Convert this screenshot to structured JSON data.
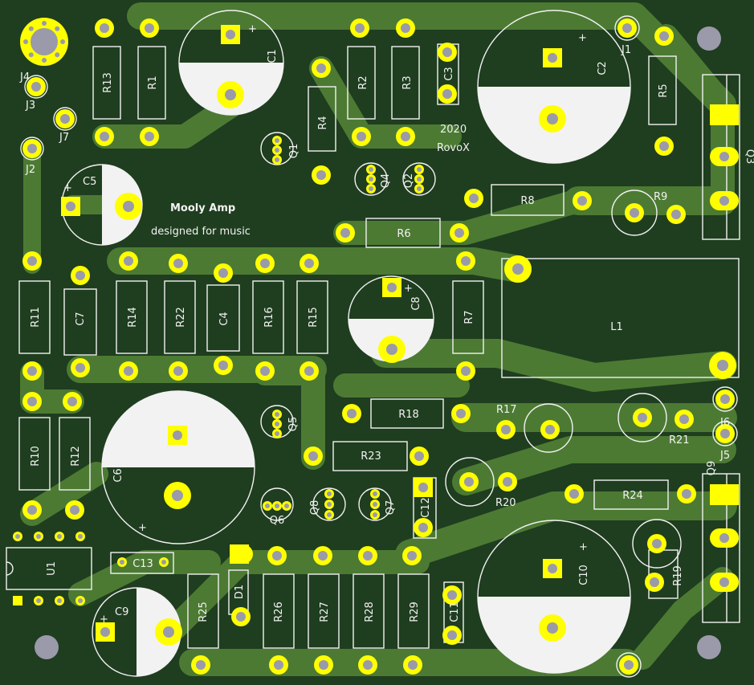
{
  "board": {
    "title": "Mooly Amp",
    "subtitle": "designed for music",
    "year": "2020",
    "author": "RovoX",
    "colors": {
      "substrate": "#1f3d1f",
      "copper": "#4c7a33",
      "pad": "#ffff00",
      "silkscreen": "#f2f2f2",
      "drill": "#9a9aaa"
    }
  },
  "designators": {
    "R13": "R13",
    "R1": "R1",
    "C1": "C1",
    "R4": "R4",
    "R2": "R2",
    "R3": "R3",
    "C3": "C3",
    "C2": "C2",
    "J1": "J1",
    "R5": "R5",
    "J4": "J4",
    "J3": "J3",
    "J7": "J7",
    "J2": "J2",
    "Q1": "Q1",
    "Q4": "Q4",
    "Q2": "Q2",
    "Q3": "Q3",
    "C5": "C5",
    "R8": "R8",
    "R9": "R9",
    "R6": "R6",
    "R11": "R11",
    "C7": "C7",
    "R14": "R14",
    "R22": "R22",
    "C4": "C4",
    "R16": "R16",
    "R15": "R15",
    "C8": "C8",
    "R7": "R7",
    "L1": "L1",
    "R10": "R10",
    "R12": "R12",
    "C6": "C6",
    "Q5": "Q5",
    "R18": "R18",
    "R17": "R17",
    "J6": "J6",
    "R21": "R21",
    "J5": "J5",
    "R23": "R23",
    "R20": "R20",
    "R24": "R24",
    "Q9": "Q9",
    "Q6": "Q6",
    "Q8": "Q8",
    "Q7": "Q7",
    "C12": "C12",
    "U1": "U1",
    "C13": "C13",
    "D1": "D1",
    "R25": "R25",
    "R26": "R26",
    "R27": "R27",
    "R28": "R28",
    "R29": "R29",
    "C11": "C11",
    "C10": "C10",
    "R19": "R19",
    "C9": "C9"
  },
  "polarity": {
    "plus": "+"
  }
}
